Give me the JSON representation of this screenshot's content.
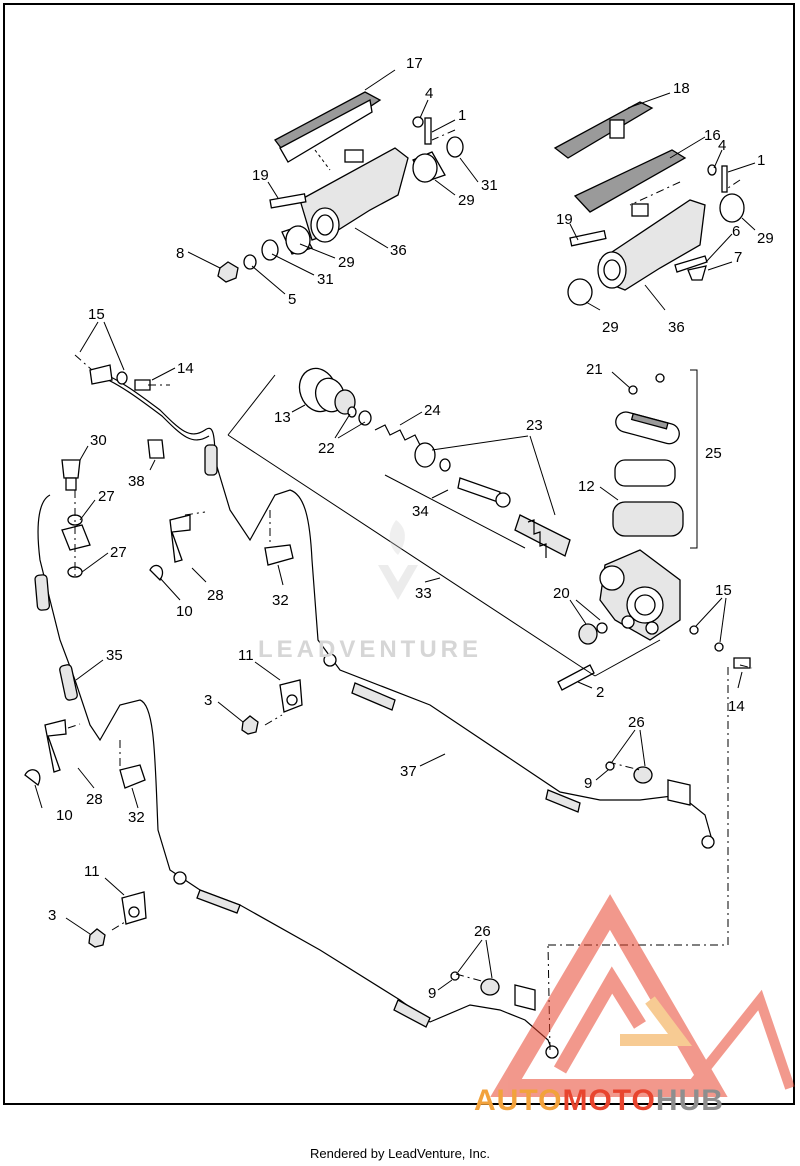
{
  "footer": {
    "text": "Rendered by LeadVenture, Inc."
  },
  "watermark": {
    "text": "LEADVENTURE"
  },
  "brand": {
    "part1": "AUTO",
    "part2": "MOTO",
    "part3": "HUB"
  },
  "callouts": [
    "17",
    "4",
    "1",
    "31",
    "29",
    "19",
    "36",
    "8",
    "5",
    "31",
    "29",
    "18",
    "16",
    "4",
    "1",
    "19",
    "29",
    "6",
    "7",
    "29",
    "36",
    "15",
    "14",
    "13",
    "22",
    "24",
    "23",
    "21",
    "25",
    "30",
    "38",
    "27",
    "27",
    "34",
    "12",
    "28",
    "10",
    "32",
    "33",
    "20",
    "15",
    "35",
    "11",
    "3",
    "2",
    "14",
    "26",
    "9",
    "37",
    "10",
    "28",
    "32",
    "11",
    "3",
    "26",
    "9"
  ]
}
